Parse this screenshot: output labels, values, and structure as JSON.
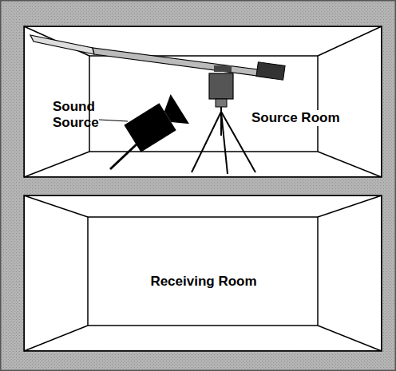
{
  "diagram": {
    "nodes": [
      {
        "text": [
          "Source Room"
        ]
      },
      {
        "text": [
          "Receiving Room"
        ]
      }
    ],
    "labels": [
      "Sound Source"
    ]
  }
}
